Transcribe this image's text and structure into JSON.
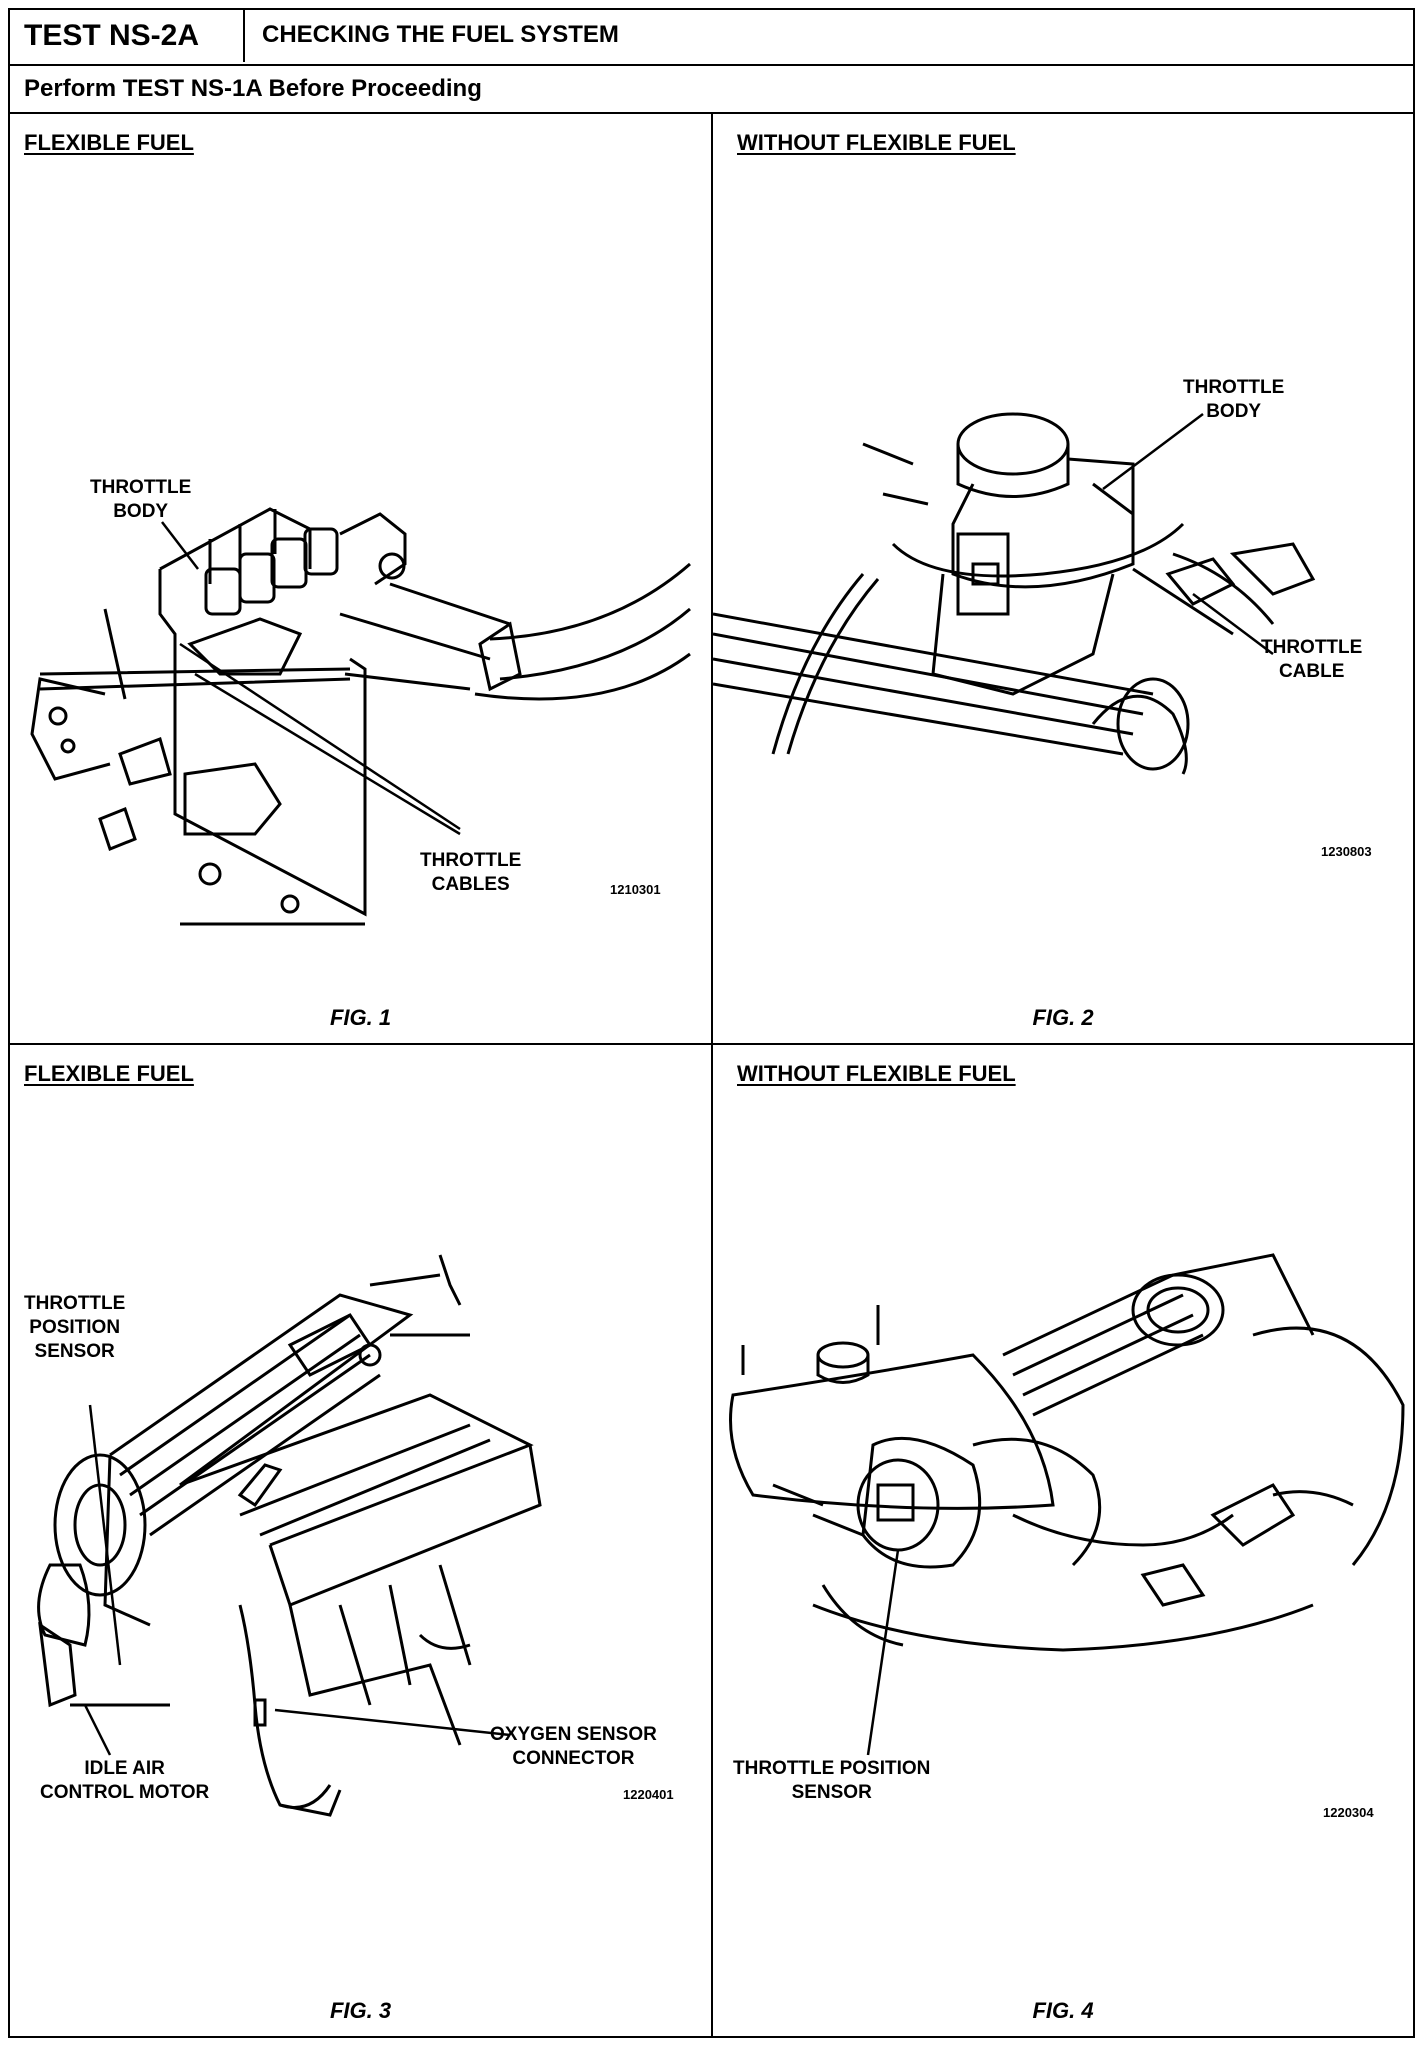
{
  "header": {
    "test_id": "TEST NS-2A",
    "title": "CHECKING THE FUEL SYSTEM",
    "instruction": "Perform TEST NS-1A Before Proceeding"
  },
  "panels": [
    {
      "heading": "FLEXIBLE FUEL",
      "labels": {
        "throttle_body": "THROTTLE\nBODY",
        "throttle_cables": "THROTTLE\nCABLES"
      },
      "code": "1210301",
      "figure": "FIG. 1"
    },
    {
      "heading": "WITHOUT FLEXIBLE FUEL",
      "labels": {
        "throttle_body": "THROTTLE\nBODY",
        "throttle_cable": "THROTTLE\nCABLE"
      },
      "code": "1230803",
      "figure": "FIG. 2"
    },
    {
      "heading": "FLEXIBLE FUEL",
      "labels": {
        "tps": "THROTTLE\nPOSITION\nSENSOR",
        "iac": "IDLE AIR\nCONTROL MOTOR",
        "o2": "OXYGEN SENSOR\nCONNECTOR"
      },
      "code": "1220401",
      "figure": "FIG. 3"
    },
    {
      "heading": "WITHOUT FLEXIBLE FUEL",
      "labels": {
        "tps": "THROTTLE POSITION\nSENSOR"
      },
      "code": "1220304",
      "figure": "FIG. 4"
    }
  ]
}
